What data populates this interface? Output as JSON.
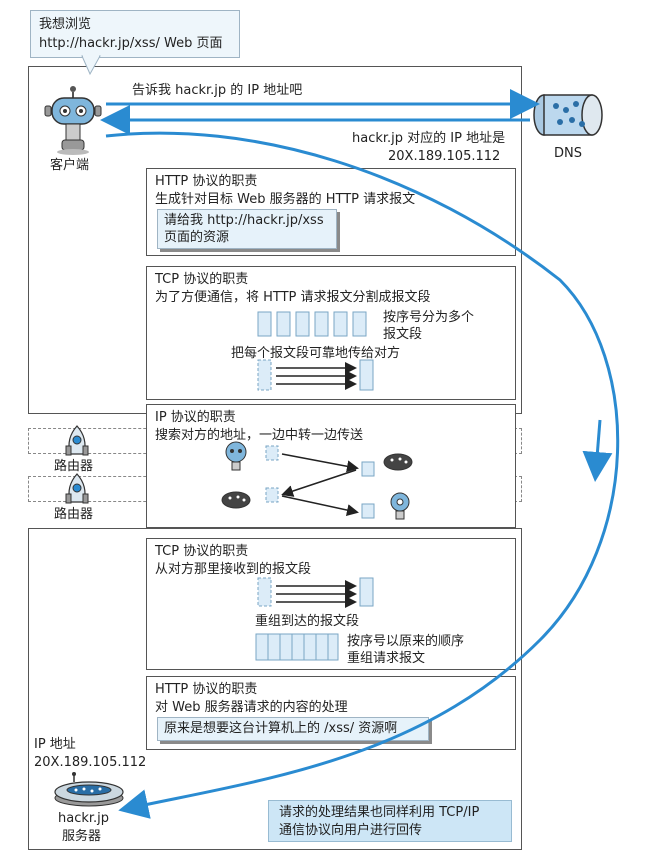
{
  "colors": {
    "blue": "#2a8bd1",
    "light_blue": "#cde6f6",
    "packet": "#dcecf8",
    "border": "#555555"
  },
  "bubble": {
    "line1": "我想浏览",
    "line2": "http://hackr.jp/xss/ Web 页面"
  },
  "client": {
    "label": "客户端"
  },
  "dns": {
    "label": "DNS",
    "ask": "告诉我 hackr.jp 的 IP 地址吧",
    "answer1": "hackr.jp 对应的 IP 地址是",
    "answer2": "20X.189.105.112"
  },
  "http_client": {
    "title": "HTTP 协议的职责",
    "desc": "生成针对目标 Web 服务器的 HTTP 请求报文",
    "request1": "请给我 http://hackr.jp/xss",
    "request2": "页面的资源"
  },
  "tcp_client": {
    "title": "TCP 协议的职责",
    "desc": "为了方便通信，将 HTTP 请求报文分割成报文段",
    "number1": "按序号分为多个",
    "number2": "报文段",
    "transfer": "把每个报文段可靠地传给对方"
  },
  "ip": {
    "title": "IP 协议的职责",
    "desc": "搜索对方的地址，一边中转一边传送"
  },
  "routers": [
    {
      "label": "路由器"
    },
    {
      "label": "路由器"
    }
  ],
  "tcp_server": {
    "title": "TCP 协议的职责",
    "desc": "从对方那里接收到的报文段",
    "reassemble": "重组到达的报文段",
    "order1": "按序号以原来的顺序",
    "order2": "重组请求报文"
  },
  "http_server": {
    "title": "HTTP 协议的职责",
    "desc": "对 Web 服务器请求的内容的处理",
    "result": "原来是想要这台计算机上的 /xss/ 资源啊"
  },
  "server": {
    "ip_label": "IP 地址",
    "ip_value": "20X.189.105.112",
    "name1": "hackr.jp",
    "name2": "服务器"
  },
  "response": {
    "line1": "请求的处理结果也同样利用 TCP/IP",
    "line2": "通信协议向用户进行回传"
  }
}
